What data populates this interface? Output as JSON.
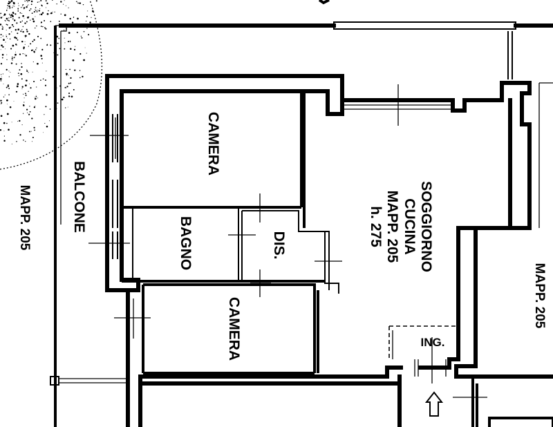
{
  "labels": {
    "camera_top": "CAMERA",
    "bagno": "BAGNO",
    "dis": "DIS.",
    "camera_bottom": "CAMERA",
    "balcone": "BALCONE",
    "mapp_left": "MAPP. 205",
    "mapp_right": "MAPP. 205",
    "soggiorno": "SOGGIORNO",
    "cucina": "CUCINA",
    "mapp_center": "MAPP. 205",
    "height": "h. 275",
    "ingresso": "ING."
  }
}
